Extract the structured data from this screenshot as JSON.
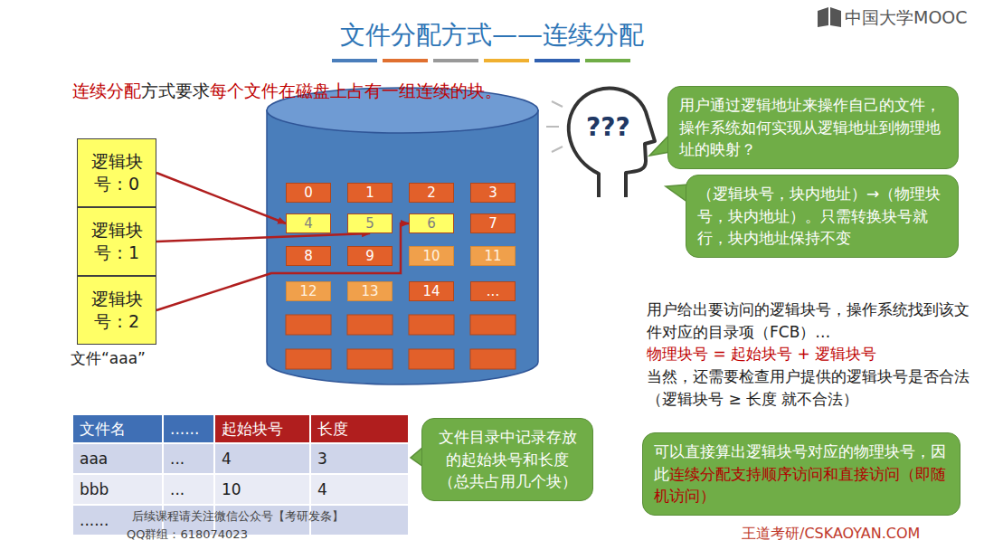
{
  "diagram": {
    "title": "文件分配方式——连续分配",
    "nodes": [
      {
        "text": [
          "逻辑块号：0"
        ]
      },
      {
        "text": [
          "逻辑块号：1"
        ]
      },
      {
        "text": [
          "逻辑块号：2"
        ]
      },
      {
        "text": [
          "0"
        ]
      },
      {
        "text": [
          "1"
        ]
      },
      {
        "text": [
          "2"
        ]
      },
      {
        "text": [
          "3"
        ]
      },
      {
        "text": [
          "4"
        ]
      },
      {
        "text": [
          "5"
        ]
      },
      {
        "text": [
          "6"
        ]
      },
      {
        "text": [
          "7"
        ]
      },
      {
        "text": [
          "8"
        ]
      },
      {
        "text": [
          "9"
        ]
      },
      {
        "text": [
          "10"
        ]
      },
      {
        "text": [
          "11"
        ]
      },
      {
        "text": [
          "12"
        ]
      },
      {
        "text": [
          "13"
        ]
      },
      {
        "text": [
          "14"
        ]
      },
      {
        "text": [
          "..."
        ]
      },
      {
        "text": [
          "用户通过逻辑地址来操作自己的文件，操作系统如何实现从逻辑地址到物理地址的映射？"
        ]
      },
      {
        "text": [
          "（逻辑块号，块内地址）→（物理块号，块内地址）。只需转换块号就行，块内地址保持不变"
        ]
      },
      {
        "text": [
          "文件目录中记录存放的起始块号和长度（总共占用几个块）"
        ]
      },
      {
        "text": [
          "可以直接算出逻辑块号对应的物理块号，因此",
          "连续分配支持顺序访问和直接访问（即随机访问）"
        ]
      }
    ],
    "edges": [
      {
        "from": 0,
        "to": 7,
        "arrow": "to"
      },
      {
        "from": 1,
        "to": 8,
        "arrow": "to"
      },
      {
        "from": 2,
        "to": 9,
        "arrow": "to"
      }
    ],
    "labels": [
      "连续分配",
      "方式要求",
      "每个文件在磁盘上占有一组连续的块。",
      "中国大学MOOC",
      "???",
      "文件“aaa”",
      "文件名",
      "......",
      "起始块号",
      "长度",
      "aaa",
      "...",
      "4",
      "3",
      "bbb",
      "...",
      "10",
      "4",
      "......",
      "用户给出要访问的逻辑块号，操作系统找到该文件对应的目录项（FCB）…",
      "物理块号 = 起始块号 + 逻辑块号",
      "当然，还需要检查用户提供的逻辑块号是否合法（逻辑块号 ≥ 长度 就不合法）",
      "后续课程请关注微信公众号【考研发条】",
      "QQ群组：618074023",
      "王道考研/CSKAOYAN.COM"
    ]
  }
}
